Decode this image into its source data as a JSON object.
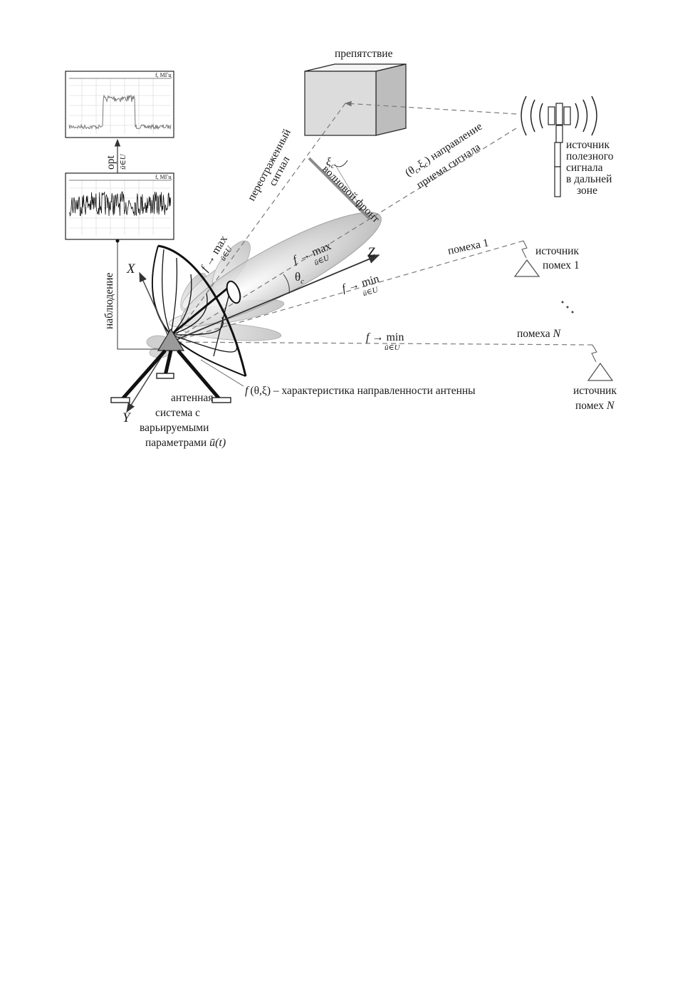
{
  "obstacle": {
    "label": "препятствие"
  },
  "reflected_signal": {
    "line1": "переотраженный",
    "line2": "сигнал"
  },
  "wavefront": {
    "label": "волновой фронт",
    "angle_symbol": "ξ",
    "angle_sub": "c"
  },
  "direction": {
    "theta_symbol": "θ",
    "xi_symbol": "ξ",
    "sub": "c",
    "line1_rest": "направление",
    "line2": "приема сигнала"
  },
  "useful_source": {
    "lines": [
      "источник",
      "полезного",
      "сигнала",
      "в дальней",
      "зоне"
    ]
  },
  "interference_1": {
    "line_label": "помеха 1",
    "source_lines": [
      "источник",
      "помех 1"
    ]
  },
  "interference_n": {
    "line_label": "помеха",
    "symbol": "N",
    "source_line1": "источник",
    "source_line2_prefix": "помех"
  },
  "spectrum_top": {
    "axis_label": "f, МГц"
  },
  "spectrum_bottom": {
    "axis_label": "f, МГц"
  },
  "opt_label": {
    "main": "opt",
    "sub": "ū∈U"
  },
  "observation": {
    "label": "наблюдение"
  },
  "axes": {
    "x": "X",
    "y": "Y",
    "z": "Z"
  },
  "theta_c": {
    "symbol": "θ",
    "sub": "c"
  },
  "objective": {
    "f": "f",
    "arrow": "→",
    "max": "max",
    "min": "min",
    "sub": "ū∈U"
  },
  "pattern_caption": {
    "func": "f",
    "args": "(θ,ξ)",
    "rest": " – характеристика направленности антенны"
  },
  "antenna_system": {
    "lines": [
      "антенная",
      "система с",
      "варьируемыми"
    ],
    "line4_prefix": "параметрами ",
    "param": "ū(t)"
  }
}
